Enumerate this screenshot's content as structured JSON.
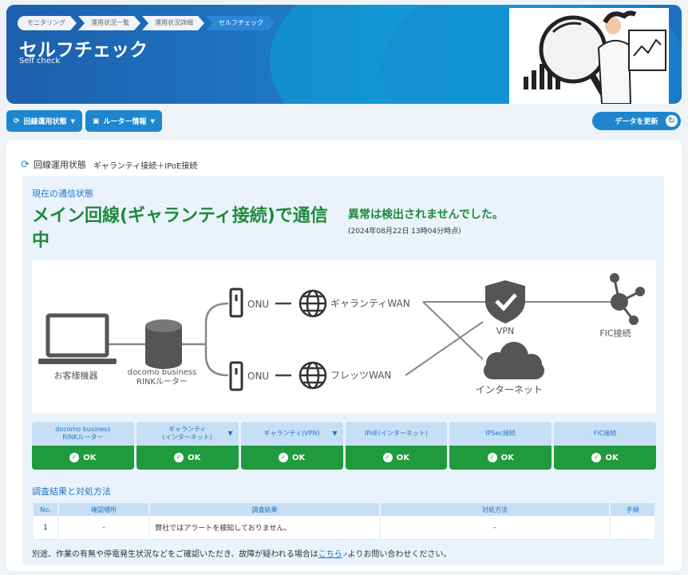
{
  "breadcrumb": [
    "モニタリング",
    "運用状況一覧",
    "運用状況詳細",
    "セルフチェック"
  ],
  "header": {
    "title": "セルフチェック",
    "subtitle": "Self check"
  },
  "toolbar": {
    "line_status_label": "回線運用状態",
    "router_info_label": "ルーター情報",
    "refresh_label": "データを更新"
  },
  "section": {
    "title": "回線運用状態",
    "subtitle": "ギャランティ接続＋IPoE接続"
  },
  "status": {
    "current_label": "現在の通信状態",
    "main": "メイン回線(ギャランティ接続)で通信中",
    "message": "異常は検出されませんでした。",
    "timestamp": "(2024年08月22日 13時04分時点)"
  },
  "diagram": {
    "customer": "お客様機器",
    "router_line1": "docomo business",
    "router_line2": "RINKルーター",
    "onu_top": "ONU",
    "onu_bottom": "ONU",
    "wan_top": "ギャランティWAN",
    "wan_bottom": "フレッツWAN",
    "vpn": "VPN",
    "internet": "インターネット",
    "fic": "FIC接続"
  },
  "checks": [
    {
      "label": "docomo business\nRINKルーター",
      "status": "OK",
      "expandable": false
    },
    {
      "label": "ギャランティ\n(インターネット)",
      "status": "OK",
      "expandable": true
    },
    {
      "label": "ギャランティ(VPN)",
      "status": "OK",
      "expandable": true
    },
    {
      "label": "IPoE(インターネット)",
      "status": "OK",
      "expandable": false
    },
    {
      "label": "IPSec接続",
      "status": "OK",
      "expandable": false
    },
    {
      "label": "FIC接続",
      "status": "OK",
      "expandable": false
    }
  ],
  "results": {
    "title": "調査結果と対処方法",
    "columns": [
      "No.",
      "確認場所",
      "調査結果",
      "対処方法",
      "手順"
    ],
    "rows": [
      {
        "no": "1",
        "place": "-",
        "result": "弊社ではアラートを検知しておりません。",
        "action": "-",
        "procedure": ""
      }
    ]
  },
  "note": {
    "before": "別途、作業の有無や停電発生状況などをご確認いただき、故障が疑われる場合は",
    "link": "こちら",
    "after": "よりお問い合わせください。"
  },
  "colors": {
    "brand": "#1d86cf",
    "ok": "#1f9a3c",
    "status_text": "#1f8a3c",
    "header_fill": "#c7dff5"
  }
}
